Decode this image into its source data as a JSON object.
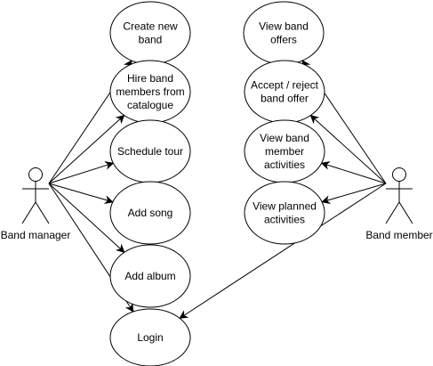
{
  "diagram": {
    "actors": {
      "manager": {
        "name": "Band manager"
      },
      "member": {
        "name": "Band member"
      }
    },
    "use_cases": {
      "create_band": [
        "Create new",
        "band"
      ],
      "hire_members": [
        "Hire band",
        "members from",
        "catalogue"
      ],
      "schedule_tour": [
        "Schedule tour"
      ],
      "add_song": [
        "Add song"
      ],
      "add_album": [
        "Add album"
      ],
      "login": [
        "Login"
      ],
      "view_offers": [
        "View band",
        "offers"
      ],
      "accept_reject": [
        "Accept / reject",
        "band offer"
      ],
      "view_activities": [
        "View band",
        "member",
        "activities"
      ],
      "view_planned": [
        "View planned",
        "activities"
      ]
    },
    "associations": [
      {
        "from": "manager",
        "to": "create_band"
      },
      {
        "from": "manager",
        "to": "hire_members"
      },
      {
        "from": "manager",
        "to": "schedule_tour"
      },
      {
        "from": "manager",
        "to": "add_song"
      },
      {
        "from": "manager",
        "to": "add_album"
      },
      {
        "from": "manager",
        "to": "login"
      },
      {
        "from": "member",
        "to": "view_offers"
      },
      {
        "from": "member",
        "to": "accept_reject"
      },
      {
        "from": "member",
        "to": "view_activities"
      },
      {
        "from": "member",
        "to": "view_planned"
      },
      {
        "from": "member",
        "to": "login"
      }
    ],
    "colors": {
      "stroke": "#000000",
      "fill": "#ffffff"
    }
  }
}
